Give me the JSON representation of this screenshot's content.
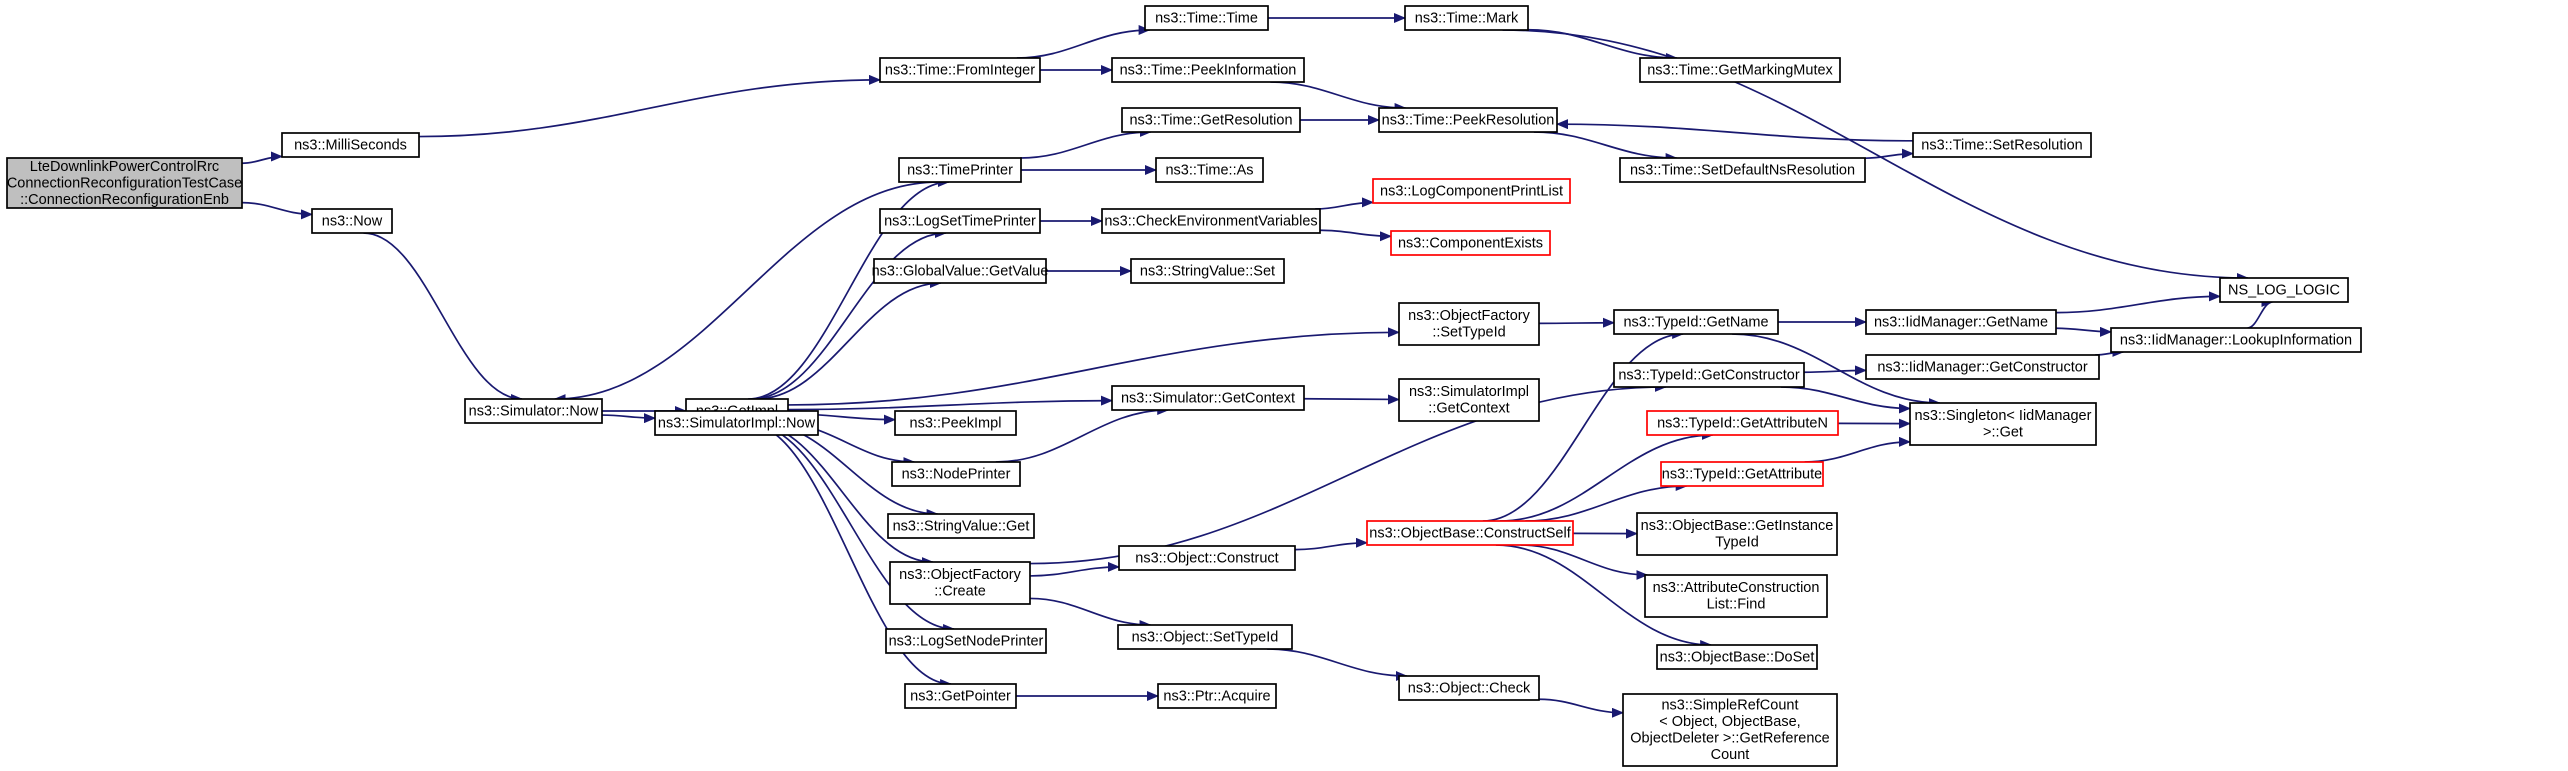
{
  "title": "",
  "colors": {
    "edge": "#191970",
    "node_border": "#000000",
    "truncated_border": "#ff0000",
    "root_fill": "#bfbfbf",
    "node_fill": "#ffffff"
  },
  "nodes": [
    {
      "id": "root",
      "lines": [
        "LteDownlinkPowerControlRrc",
        "ConnectionReconfigurationTestCase",
        "::ConnectionReconfigurationEnb"
      ],
      "style": "root"
    },
    {
      "id": "milliseconds",
      "lines": [
        "ns3::MilliSeconds"
      ],
      "style": "normal"
    },
    {
      "id": "now",
      "lines": [
        "ns3::Now"
      ],
      "style": "normal"
    },
    {
      "id": "simulator_now",
      "lines": [
        "ns3::Simulator::Now"
      ],
      "style": "normal"
    },
    {
      "id": "getimpl",
      "lines": [
        "ns3::GetImpl"
      ],
      "style": "normal"
    },
    {
      "id": "simulatorimpl_now",
      "lines": [
        "ns3::SimulatorImpl::Now"
      ],
      "style": "normal"
    },
    {
      "id": "time_frominteger",
      "lines": [
        "ns3::Time::FromInteger"
      ],
      "style": "normal"
    },
    {
      "id": "time_time",
      "lines": [
        "ns3::Time::Time"
      ],
      "style": "normal"
    },
    {
      "id": "time_mark",
      "lines": [
        "ns3::Time::Mark"
      ],
      "style": "normal"
    },
    {
      "id": "time_getmarkingmutex",
      "lines": [
        "ns3::Time::GetMarkingMutex"
      ],
      "style": "normal"
    },
    {
      "id": "time_peekinformation",
      "lines": [
        "ns3::Time::PeekInformation"
      ],
      "style": "normal"
    },
    {
      "id": "time_getresolution",
      "lines": [
        "ns3::Time::GetResolution"
      ],
      "style": "normal"
    },
    {
      "id": "time_peekresolution",
      "lines": [
        "ns3::Time::PeekResolution"
      ],
      "style": "normal"
    },
    {
      "id": "time_setdefaultnsresolution",
      "lines": [
        "ns3::Time::SetDefaultNsResolution"
      ],
      "style": "normal"
    },
    {
      "id": "time_setresolution",
      "lines": [
        "ns3::Time::SetResolution"
      ],
      "style": "normal"
    },
    {
      "id": "ns_log_logic",
      "lines": [
        "NS_LOG_LOGIC"
      ],
      "style": "normal"
    },
    {
      "id": "timeprinter",
      "lines": [
        "ns3::TimePrinter"
      ],
      "style": "normal"
    },
    {
      "id": "time_as",
      "lines": [
        "ns3::Time::As"
      ],
      "style": "normal"
    },
    {
      "id": "logsettimeprinter",
      "lines": [
        "ns3::LogSetTimePrinter"
      ],
      "style": "normal"
    },
    {
      "id": "checkenvironmentvariables",
      "lines": [
        "ns3::CheckEnvironmentVariables"
      ],
      "style": "normal"
    },
    {
      "id": "logcomponentprintlist",
      "lines": [
        "ns3::LogComponentPrintList"
      ],
      "style": "red"
    },
    {
      "id": "componentexists",
      "lines": [
        "ns3::ComponentExists"
      ],
      "style": "red"
    },
    {
      "id": "globalvalue_getvalue",
      "lines": [
        "ns3::GlobalValue::GetValue"
      ],
      "style": "normal"
    },
    {
      "id": "stringvalue_set",
      "lines": [
        "ns3::StringValue::Set"
      ],
      "style": "normal"
    },
    {
      "id": "objectfactory_settypeid",
      "lines": [
        "ns3::ObjectFactory",
        "::SetTypeId"
      ],
      "style": "normal"
    },
    {
      "id": "typeid_getname",
      "lines": [
        "ns3::TypeId::GetName"
      ],
      "style": "normal"
    },
    {
      "id": "iidmanager_getname",
      "lines": [
        "ns3::IidManager::GetName"
      ],
      "style": "normal"
    },
    {
      "id": "iidmanager_lookupinformation",
      "lines": [
        "ns3::IidManager::LookupInformation"
      ],
      "style": "normal"
    },
    {
      "id": "typeid_getconstructor",
      "lines": [
        "ns3::TypeId::GetConstructor"
      ],
      "style": "normal"
    },
    {
      "id": "iidmanager_getconstructor",
      "lines": [
        "ns3::IidManager::GetConstructor"
      ],
      "style": "normal"
    },
    {
      "id": "simulator_getcontext",
      "lines": [
        "ns3::Simulator::GetContext"
      ],
      "style": "normal"
    },
    {
      "id": "simulatorimpl_getcontext",
      "lines": [
        "ns3::SimulatorImpl",
        "::GetContext"
      ],
      "style": "normal"
    },
    {
      "id": "typeid_getattributen",
      "lines": [
        "ns3::TypeId::GetAttributeN"
      ],
      "style": "red"
    },
    {
      "id": "singleton_get",
      "lines": [
        "ns3::Singleton< IidManager",
        ">::Get"
      ],
      "style": "normal"
    },
    {
      "id": "peekimpl",
      "lines": [
        "ns3::PeekImpl"
      ],
      "style": "normal"
    },
    {
      "id": "typeid_getattribute",
      "lines": [
        "ns3::TypeId::GetAttribute"
      ],
      "style": "red"
    },
    {
      "id": "nodeprinter",
      "lines": [
        "ns3::NodePrinter"
      ],
      "style": "normal"
    },
    {
      "id": "stringvalue_get",
      "lines": [
        "ns3::StringValue::Get"
      ],
      "style": "normal"
    },
    {
      "id": "objectbase_constructself",
      "lines": [
        "ns3::ObjectBase::ConstructSelf"
      ],
      "style": "red"
    },
    {
      "id": "objectbase_getinstancetypeid",
      "lines": [
        "ns3::ObjectBase::GetInstance",
        "TypeId"
      ],
      "style": "normal"
    },
    {
      "id": "objectfactory_create",
      "lines": [
        "ns3::ObjectFactory",
        "::Create"
      ],
      "style": "normal"
    },
    {
      "id": "object_construct",
      "lines": [
        "ns3::Object::Construct"
      ],
      "style": "normal"
    },
    {
      "id": "attributeconstructionlist_find",
      "lines": [
        "ns3::AttributeConstruction",
        "List::Find"
      ],
      "style": "normal"
    },
    {
      "id": "logsetnodeprinter",
      "lines": [
        "ns3::LogSetNodePrinter"
      ],
      "style": "normal"
    },
    {
      "id": "object_settypeid",
      "lines": [
        "ns3::Object::SetTypeId"
      ],
      "style": "normal"
    },
    {
      "id": "objectbase_doset",
      "lines": [
        "ns3::ObjectBase::DoSet"
      ],
      "style": "normal"
    },
    {
      "id": "object_check",
      "lines": [
        "ns3::Object::Check"
      ],
      "style": "normal"
    },
    {
      "id": "getpointer",
      "lines": [
        "ns3::GetPointer"
      ],
      "style": "normal"
    },
    {
      "id": "ptr_acquire",
      "lines": [
        "ns3::Ptr::Acquire"
      ],
      "style": "normal"
    },
    {
      "id": "simplerefcount_getreferencecount",
      "lines": [
        "ns3::SimpleRefCount",
        "< Object, ObjectBase,",
        "ObjectDeleter >::GetReference",
        "Count"
      ],
      "style": "normal"
    }
  ],
  "edges": [
    [
      "root",
      "milliseconds"
    ],
    [
      "root",
      "now"
    ],
    [
      "milliseconds",
      "time_frominteger"
    ],
    [
      "now",
      "simulator_now"
    ],
    [
      "time_frominteger",
      "time_time"
    ],
    [
      "time_frominteger",
      "time_peekinformation"
    ],
    [
      "time_time",
      "time_mark"
    ],
    [
      "time_mark",
      "time_getmarkingmutex"
    ],
    [
      "time_mark",
      "ns_log_logic"
    ],
    [
      "time_peekinformation",
      "time_peekresolution"
    ],
    [
      "time_getresolution",
      "time_peekresolution"
    ],
    [
      "time_peekresolution",
      "time_setdefaultnsresolution"
    ],
    [
      "time_setdefaultnsresolution",
      "time_setresolution"
    ],
    [
      "time_setresolution",
      "time_peekresolution"
    ],
    [
      "simulator_now",
      "getimpl"
    ],
    [
      "simulator_now",
      "simulatorimpl_now"
    ],
    [
      "timeprinter",
      "simulator_now"
    ],
    [
      "timeprinter",
      "time_getresolution"
    ],
    [
      "timeprinter",
      "time_as"
    ],
    [
      "getimpl",
      "timeprinter"
    ],
    [
      "getimpl",
      "logsettimeprinter"
    ],
    [
      "getimpl",
      "globalvalue_getvalue"
    ],
    [
      "getimpl",
      "objectfactory_settypeid"
    ],
    [
      "getimpl",
      "simulator_getcontext"
    ],
    [
      "getimpl",
      "peekimpl"
    ],
    [
      "getimpl",
      "nodeprinter"
    ],
    [
      "getimpl",
      "stringvalue_get"
    ],
    [
      "getimpl",
      "objectfactory_create"
    ],
    [
      "getimpl",
      "logsetnodeprinter"
    ],
    [
      "getimpl",
      "getpointer"
    ],
    [
      "logsettimeprinter",
      "checkenvironmentvariables"
    ],
    [
      "checkenvironmentvariables",
      "logcomponentprintlist"
    ],
    [
      "checkenvironmentvariables",
      "componentexists"
    ],
    [
      "globalvalue_getvalue",
      "stringvalue_set"
    ],
    [
      "objectfactory_settypeid",
      "typeid_getname"
    ],
    [
      "typeid_getname",
      "iidmanager_getname"
    ],
    [
      "typeid_getname",
      "singleton_get"
    ],
    [
      "iidmanager_getname",
      "ns_log_logic"
    ],
    [
      "iidmanager_getname",
      "iidmanager_lookupinformation"
    ],
    [
      "iidmanager_lookupinformation",
      "ns_log_logic"
    ],
    [
      "typeid_getconstructor",
      "iidmanager_getconstructor"
    ],
    [
      "typeid_getconstructor",
      "singleton_get"
    ],
    [
      "iidmanager_getconstructor",
      "iidmanager_lookupinformation"
    ],
    [
      "simulator_getcontext",
      "simulatorimpl_getcontext"
    ],
    [
      "nodeprinter",
      "simulator_getcontext"
    ],
    [
      "typeid_getattributen",
      "singleton_get"
    ],
    [
      "typeid_getattribute",
      "singleton_get"
    ],
    [
      "objectfactory_create",
      "typeid_getconstructor"
    ],
    [
      "objectfactory_create",
      "object_construct"
    ],
    [
      "objectfactory_create",
      "object_settypeid"
    ],
    [
      "object_construct",
      "objectbase_constructself"
    ],
    [
      "objectbase_constructself",
      "typeid_getname"
    ],
    [
      "objectbase_constructself",
      "typeid_getattributen"
    ],
    [
      "objectbase_constructself",
      "typeid_getattribute"
    ],
    [
      "objectbase_constructself",
      "objectbase_getinstancetypeid"
    ],
    [
      "objectbase_constructself",
      "attributeconstructionlist_find"
    ],
    [
      "objectbase_constructself",
      "objectbase_doset"
    ],
    [
      "object_settypeid",
      "object_check"
    ],
    [
      "object_check",
      "simplerefcount_getreferencecount"
    ],
    [
      "getpointer",
      "ptr_acquire"
    ]
  ]
}
